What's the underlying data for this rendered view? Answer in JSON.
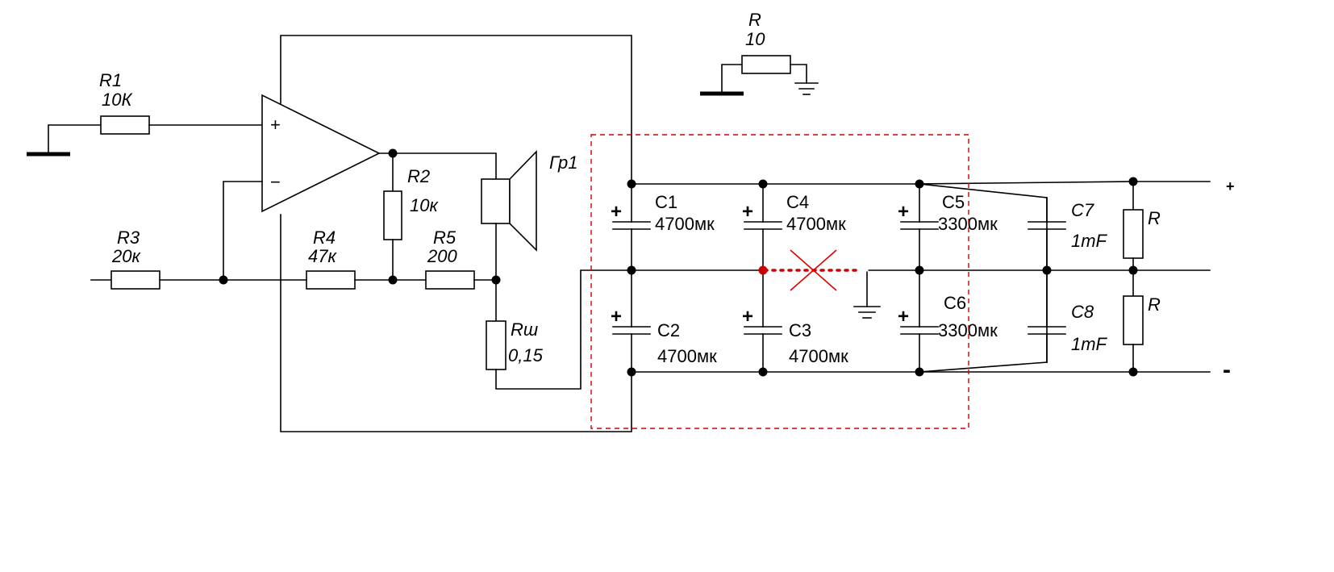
{
  "labels": {
    "r1_name": "R1",
    "r1_value": "10К",
    "r2_name": "R2",
    "r2_value": "10к",
    "r3_name": "R3",
    "r3_value": "20к",
    "r4_name": "R4",
    "r4_value": "47к",
    "r5_name": "R5",
    "r5_value": "200",
    "rsh_name": "Rш",
    "rsh_value": "0,15",
    "speaker": "Гр1",
    "r_top_name": "R",
    "r_top_value": "10",
    "r_div1": "R",
    "r_div2": "R",
    "c1_name": "C1",
    "c1_value": "4700мк",
    "c4_name": "C4",
    "c4_value": "4700мк",
    "c5_name": "C5",
    "c5_value": "3300мк",
    "c2_name": "C2",
    "c2_value": "4700мк",
    "c3_name": "C3",
    "c3_value": "4700мк",
    "c6_name": "C6",
    "c6_value": "3300мк",
    "c7_name": "C7",
    "c7_value": "1mF",
    "c8_name": "C8",
    "c8_value": "1mF",
    "opamp_plus": "+",
    "opamp_minus": "−",
    "rail_plus": "+",
    "rail_minus": "-",
    "polarity": "+"
  },
  "colors": {
    "wire": "#000000",
    "highlight": "#cc0000"
  }
}
